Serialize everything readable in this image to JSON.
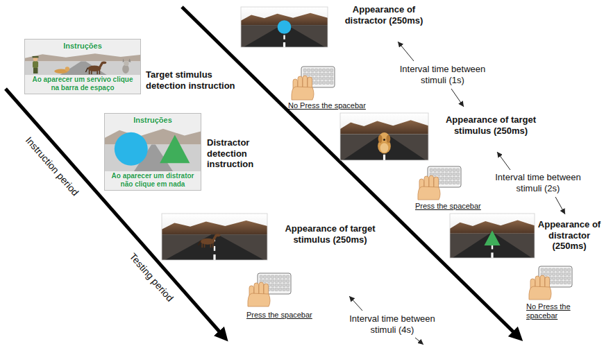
{
  "diagram": {
    "nodes": [
      {
        "text": [
          "Instruções",
          "Ao aparecer um servivo clique na barra de espaço"
        ]
      },
      {
        "text": [
          "Instruções",
          "Ao aparecer um distrator não clique em nada"
        ]
      }
    ],
    "labels": [
      "Appearance of distractor (250ms)",
      "Target stimulus detection instruction",
      "Interval time between stimuli (1s)",
      "No Press the spacebar",
      "Appearance of target stimulus (250ms)",
      "Distractor detection instruction",
      "Press the spacebar",
      "Interval time between stimuli (2s)",
      "Instruction period",
      "Appearance of target stimulus (250ms)",
      "Appearance of distractor (250ms)",
      "Press the spacebar",
      "No Press the spacebar",
      "Testing period",
      "Interval time between stimuli (4s)"
    ]
  }
}
